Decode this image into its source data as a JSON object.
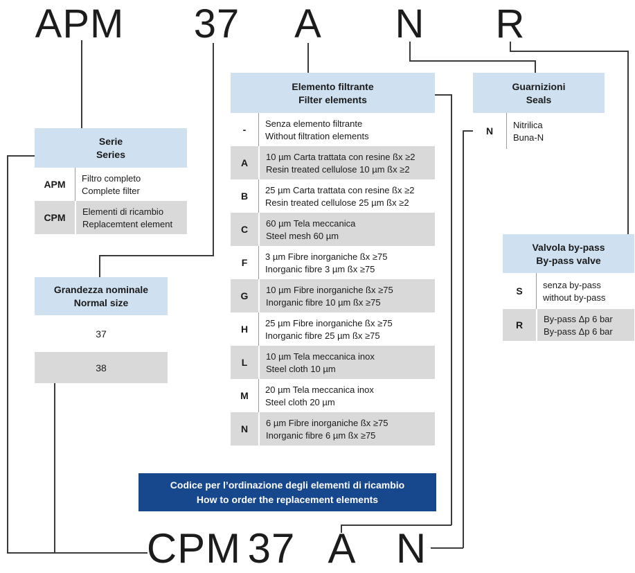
{
  "top_code": {
    "parts": [
      "APM",
      "37",
      "A",
      "N",
      "R"
    ]
  },
  "bottom_code": {
    "parts": [
      "CPM",
      "37",
      "A",
      "N"
    ]
  },
  "banner": {
    "line1": "Codice per l’ordinazione degli elementi di ricambio",
    "line2": "How to order the replacement elements"
  },
  "tables": {
    "serie": {
      "title_it": "Serie",
      "title_en": "Series",
      "rows": [
        {
          "code": "APM",
          "it": "Filtro completo",
          "en": "Complete filter",
          "shaded": false
        },
        {
          "code": "CPM",
          "it": "Elementi di ricambio",
          "en": "Replacemtent element",
          "shaded": true
        }
      ]
    },
    "grandezza": {
      "title_it": "Grandezza nominale",
      "title_en": "Normal size",
      "rows": [
        {
          "code": "37",
          "shaded": false
        },
        {
          "code": "38",
          "shaded": true
        }
      ]
    },
    "elemento": {
      "title_it": "Elemento filtrante",
      "title_en": "Filter elements",
      "rows": [
        {
          "code": "-",
          "it": "Senza elemento filtrante",
          "en": "Without filtration elements",
          "shaded": false
        },
        {
          "code": "A",
          "it": "10 µm Carta trattata con resine ßx ≥2",
          "en": "Resin treated cellulose 10 µm ßx ≥2",
          "shaded": true
        },
        {
          "code": "B",
          "it": "25 µm Carta trattata con resine ßx ≥2",
          "en": "Resin treated cellulose 25 µm ßx ≥2",
          "shaded": false
        },
        {
          "code": "C",
          "it": "60 µm Tela meccanica",
          "en": "Steel mesh 60 µm",
          "shaded": true
        },
        {
          "code": "F",
          "it": "3 µm Fibre inorganiche ßx ≥75",
          "en": "Inorganic fibre 3 µm ßx ≥75",
          "shaded": false
        },
        {
          "code": "G",
          "it": "10 µm Fibre inorganiche ßx ≥75",
          "en": "Inorganic fibre 10 µm ßx ≥75",
          "shaded": true
        },
        {
          "code": "H",
          "it": "25 µm Fibre inorganiche ßx ≥75",
          "en": "Inorganic fibre 25 µm ßx ≥75",
          "shaded": false
        },
        {
          "code": "L",
          "it": "10 µm Tela meccanica inox",
          "en": "Steel cloth 10 µm",
          "shaded": true
        },
        {
          "code": "M",
          "it": "20 µm Tela meccanica inox",
          "en": "Steel cloth 20 µm",
          "shaded": false
        },
        {
          "code": "N",
          "it": "6 µm Fibre inorganiche ßx ≥75",
          "en": "Inorganic fibre 6 µm ßx ≥75",
          "shaded": true
        }
      ]
    },
    "guarnizioni": {
      "title_it": "Guarnizioni",
      "title_en": "Seals",
      "rows": [
        {
          "code": "N",
          "it": "Nitrilica",
          "en": "Buna-N",
          "shaded": false
        }
      ]
    },
    "valvola": {
      "title_it": "Valvola by-pass",
      "title_en": "By-pass valve",
      "rows": [
        {
          "code": "S",
          "it": "senza by-pass",
          "en": "without by-pass",
          "shaded": false
        },
        {
          "code": "R",
          "it": "By-pass Δp 6 bar",
          "en": "By-pass Δp 6 bar",
          "shaded": true
        }
      ]
    }
  },
  "colors": {
    "header_blue": "#cfe0f0",
    "row_gray": "#d9d9d9",
    "banner_blue": "#17488d",
    "line": "#3a3a3a"
  }
}
